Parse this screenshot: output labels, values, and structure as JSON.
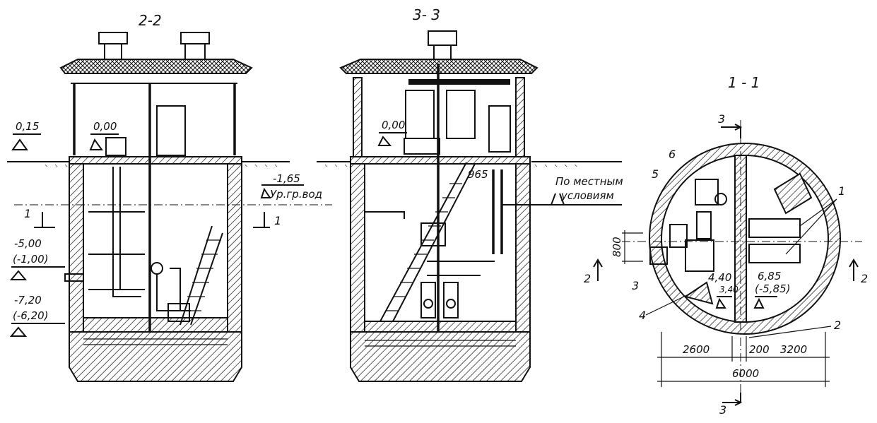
{
  "sections": {
    "s22": {
      "title": "2-2"
    },
    "s33": {
      "title": "3- 3"
    },
    "s11": {
      "title": "1 - 1"
    }
  },
  "levels": {
    "l015": "0,15",
    "l000a": "0,00",
    "l000b": "0,00",
    "lm165": "-1,65",
    "gw": "Ур.гр.вод",
    "lm500": "-5,00",
    "lm100": "(-1,00)",
    "lm720": "-7,20",
    "lm620": "(-6,20)",
    "local1": "По местным",
    "local2": "условиям",
    "d965": "965"
  },
  "cut_marks": {
    "c1a": "1",
    "c1b": "1",
    "c2a": "2",
    "c2b": "2",
    "c3a": "3",
    "c3b": "3"
  },
  "plan_labels": {
    "n1": "1",
    "n2": "2",
    "n3": "3",
    "n4": "4",
    "n5": "5",
    "n6": "6",
    "d800": "800",
    "d440": "4,40",
    "d340": "3,40",
    "d685": "6,85",
    "d585": "(-5,85)",
    "d2600": "2600",
    "d200": "200",
    "d3200": "3200",
    "d6000": "6000"
  }
}
